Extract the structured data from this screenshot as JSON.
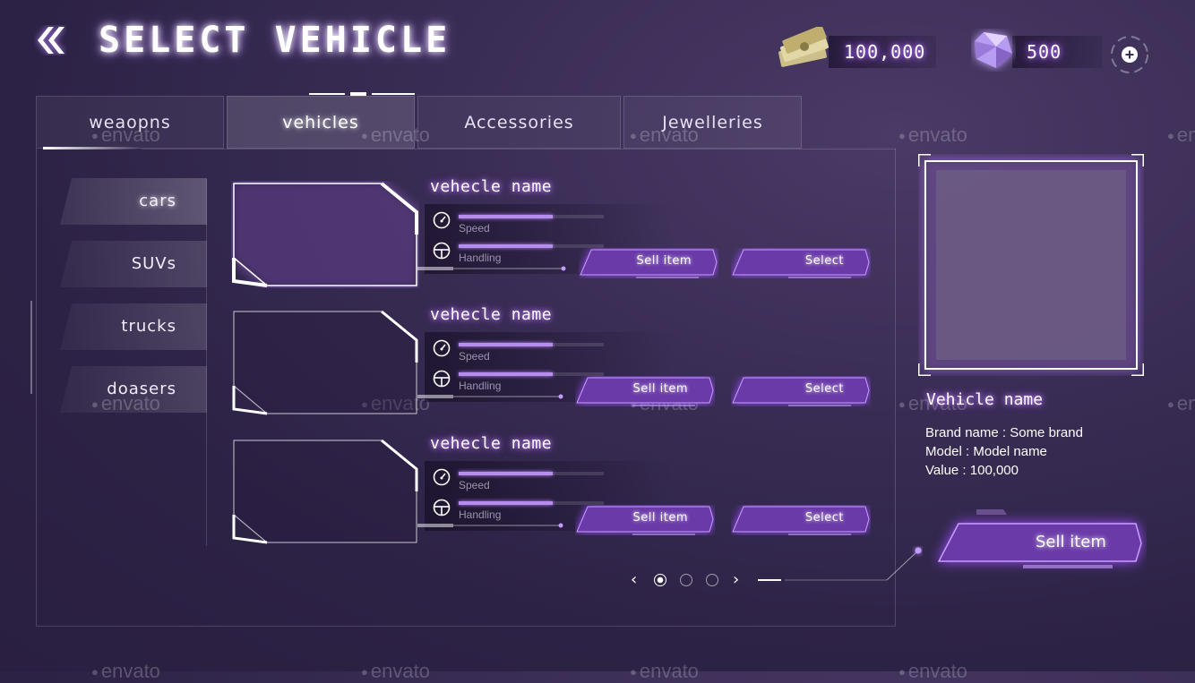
{
  "header": {
    "title": "SELECT VEHICLE",
    "cash": "100,000",
    "gems": "500"
  },
  "tabs": [
    {
      "label": "weaopns",
      "active": false
    },
    {
      "label": "vehicles",
      "active": true
    },
    {
      "label": "Accessories",
      "active": false
    },
    {
      "label": "Jewelleries",
      "active": false
    }
  ],
  "categories": [
    {
      "label": "cars",
      "active": true
    },
    {
      "label": "SUVs",
      "active": false
    },
    {
      "label": "trucks",
      "active": false
    },
    {
      "label": "doasers",
      "active": false
    }
  ],
  "vehicles": [
    {
      "name": "vehecle name",
      "speed_label": "Speed",
      "speed": 0.65,
      "handling_label": "Handling",
      "handling": 0.65,
      "sell_label": "Sell item",
      "select_label": "Select"
    },
    {
      "name": "vehecle name",
      "speed_label": "Speed",
      "speed": 0.65,
      "handling_label": "Handling",
      "handling": 0.65,
      "sell_label": "Sell item",
      "select_label": "Select"
    },
    {
      "name": "vehecle name",
      "speed_label": "Speed",
      "speed": 0.65,
      "handling_label": "Handling",
      "handling": 0.65,
      "sell_label": "Sell item",
      "select_label": "Select"
    }
  ],
  "pagination": {
    "pages": 3,
    "current": 1
  },
  "detail": {
    "name": "Vehicle name",
    "brand": "Brand name : Some brand",
    "model": "Model : Model name",
    "value": "Value : 100,000",
    "sell_label": "Sell item"
  },
  "watermark": "envato",
  "colors": {
    "accent": "#9a4dff",
    "bar": "#b78cf0",
    "button": "#6a3aa8"
  },
  "icons": [
    "double-chevron-left-icon",
    "cash-stack-icon",
    "gem-icon",
    "plus-circle-icon",
    "speedometer-icon",
    "steering-wheel-icon",
    "chevron-left-icon",
    "chevron-right-icon"
  ]
}
